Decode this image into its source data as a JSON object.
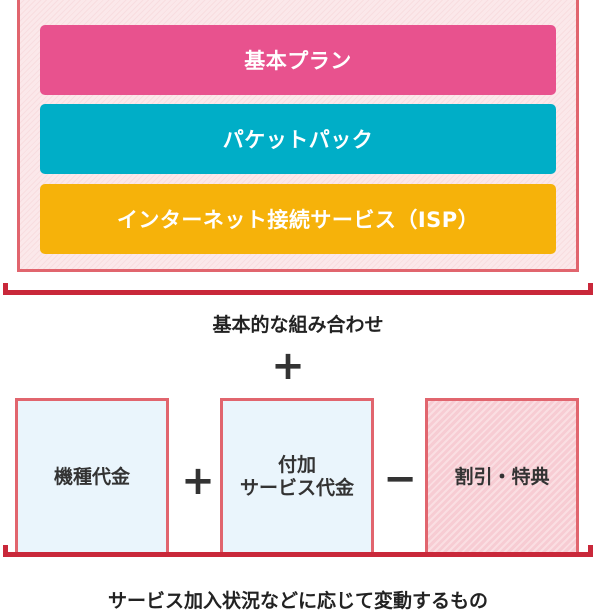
{
  "top_group": {
    "items": [
      "基本プラン",
      "パケットパック",
      "インターネット接続サービス（ISP）"
    ],
    "colors": [
      "#e8528e",
      "#00aec7",
      "#f6b20a"
    ],
    "caption": "基本的な組み合わせ"
  },
  "operators": {
    "main": "+",
    "plus": "+",
    "minus": "−"
  },
  "bottom_group": {
    "boxes": [
      {
        "lines": [
          "機種代金"
        ]
      },
      {
        "lines": [
          "付加",
          "サービス代金"
        ]
      },
      {
        "lines": [
          "割引・特典"
        ]
      }
    ],
    "caption": "サービス加入状況などに応じて変動するもの"
  },
  "colors": {
    "border": "#e1656e",
    "bracket": "#c9283a",
    "box_fill": "#eaf5fc",
    "discount_fill": "#f7ccd3"
  }
}
